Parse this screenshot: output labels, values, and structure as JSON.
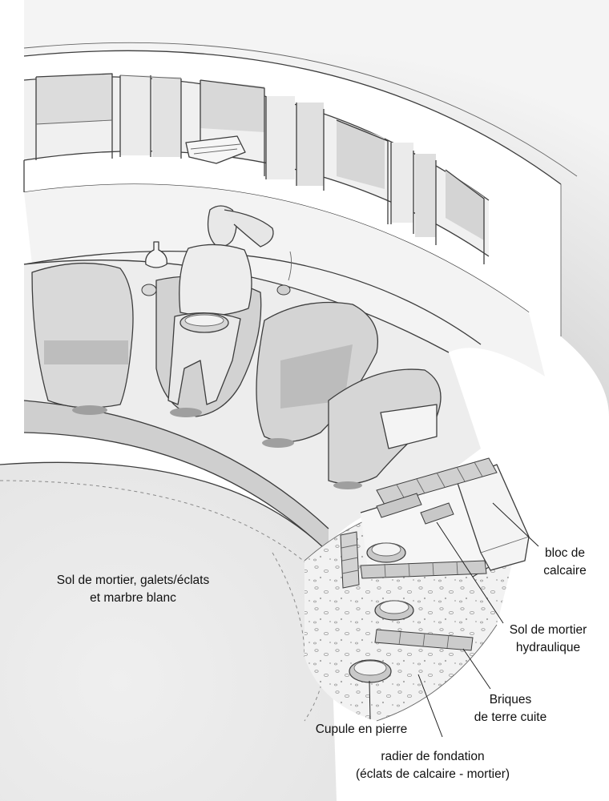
{
  "labels": {
    "sol_mortier_galets": [
      "Sol de mortier, galets/éclats",
      "et marbre blanc"
    ],
    "bloc_calcaire": [
      "bloc de",
      "calcaire"
    ],
    "sol_mortier_hydraulique": [
      "Sol de mortier",
      "hydraulique"
    ],
    "briques_terre_cuite": [
      "Briques",
      "de terre cuite"
    ],
    "cupule_pierre": [
      "Cupule en pierre"
    ],
    "radier_fondation": [
      "radier de fondation",
      "(éclats de calcaire - mortier)"
    ]
  }
}
